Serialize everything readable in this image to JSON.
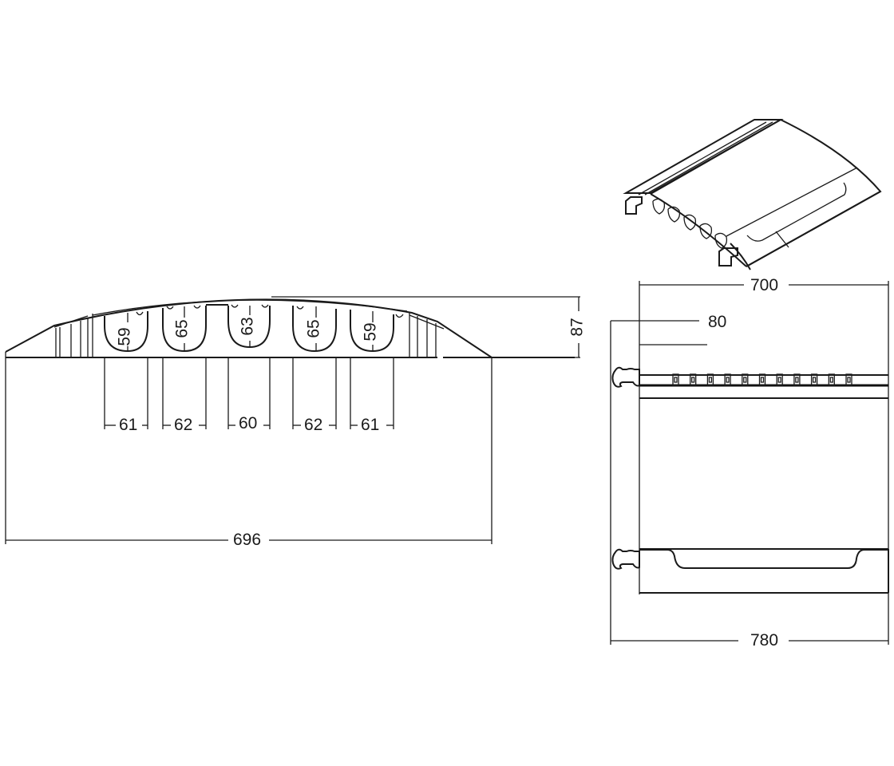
{
  "drawing": {
    "subject": "cable protector ramp, 5 channels",
    "views": {
      "side_section": {
        "overall_width": "696",
        "height": "87",
        "channels": [
          {
            "height": "59",
            "width": "61"
          },
          {
            "height": "65",
            "width": "62"
          },
          {
            "height": "63",
            "width": "60"
          },
          {
            "height": "65",
            "width": "62"
          },
          {
            "height": "59",
            "width": "61"
          }
        ]
      },
      "top_view": {
        "length": "700",
        "total_length_with_connector": "780",
        "connector_offset": "80",
        "vent_slot_count": 11
      },
      "isometric": {
        "label": ""
      }
    },
    "colors": {
      "line": "#1a1a1a",
      "background": "#ffffff"
    }
  }
}
